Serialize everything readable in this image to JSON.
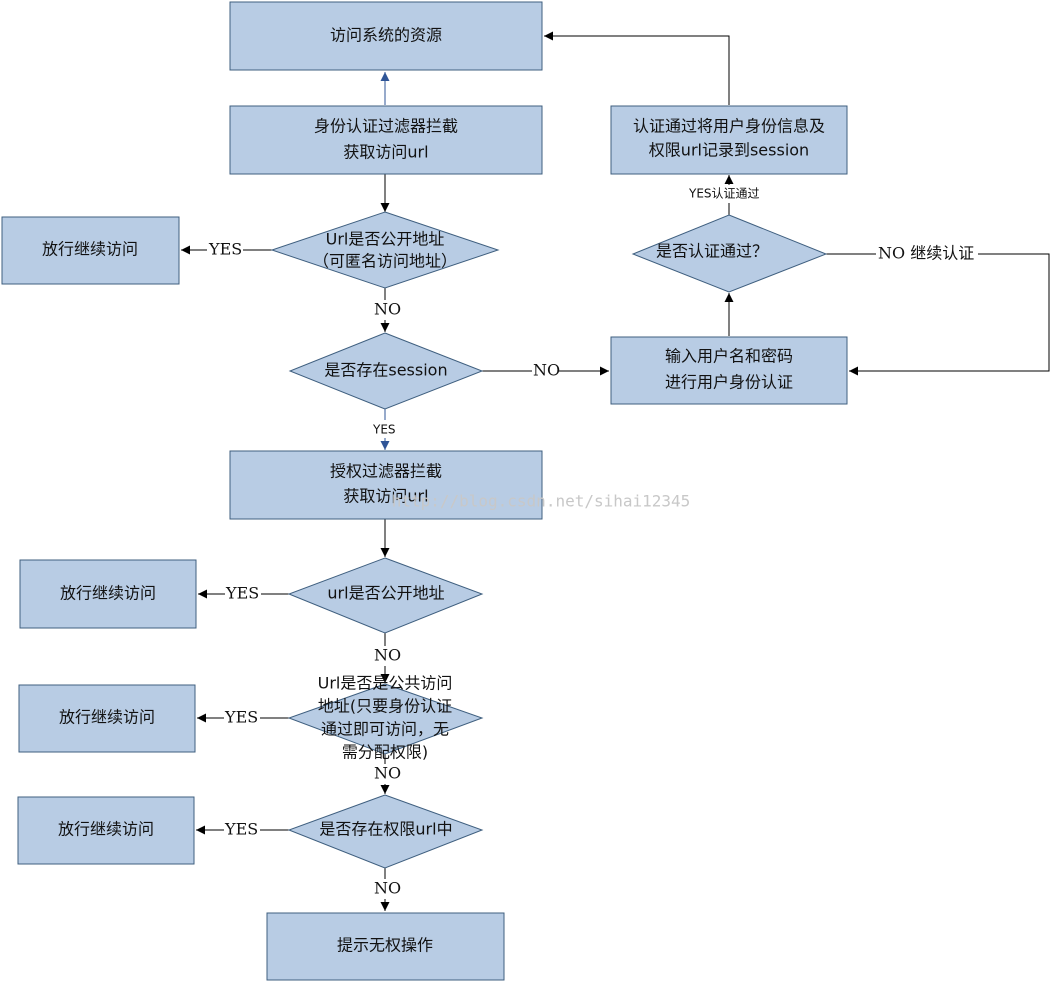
{
  "nodes": {
    "access_resource": "访问系统的资源",
    "auth_filter": [
      "身份认证过滤器拦截",
      "获取访问url"
    ],
    "is_public_anon": [
      "Url是否公开地址",
      "（可匿名访问地址）"
    ],
    "allow_1": "放行继续访问",
    "session_exists": "是否存在session",
    "login_input": [
      "输入用户名和密码",
      "进行用户身份认证"
    ],
    "auth_passed": "是否认证通过？",
    "record_session": [
      "认证通过将用户身份信息及",
      "权限url记录到session"
    ],
    "authz_filter": [
      "授权过滤器拦截",
      "获取访问url"
    ],
    "is_public": "url是否公开地址",
    "allow_2": "放行继续访问",
    "is_common": [
      "Url是否是公共访问",
      "地址(只要身份认证",
      "通过即可访问，无",
      "需分配权限)"
    ],
    "allow_3": "放行继续访问",
    "has_permission": "是否存在权限url中",
    "allow_4": "放行继续访问",
    "no_permission": "提示无权操作"
  },
  "edge_labels": {
    "yes": "YES",
    "no": "NO",
    "yes_auth_passed": "YES认证通过",
    "no_continue_auth": "NO 继续认证"
  },
  "watermark": "http://blog.csdn.net/sihai12345",
  "colors": {
    "node_fill": "#b8cce4",
    "node_border": "#3f5f7f",
    "arrow_blue": "#2f5597"
  }
}
